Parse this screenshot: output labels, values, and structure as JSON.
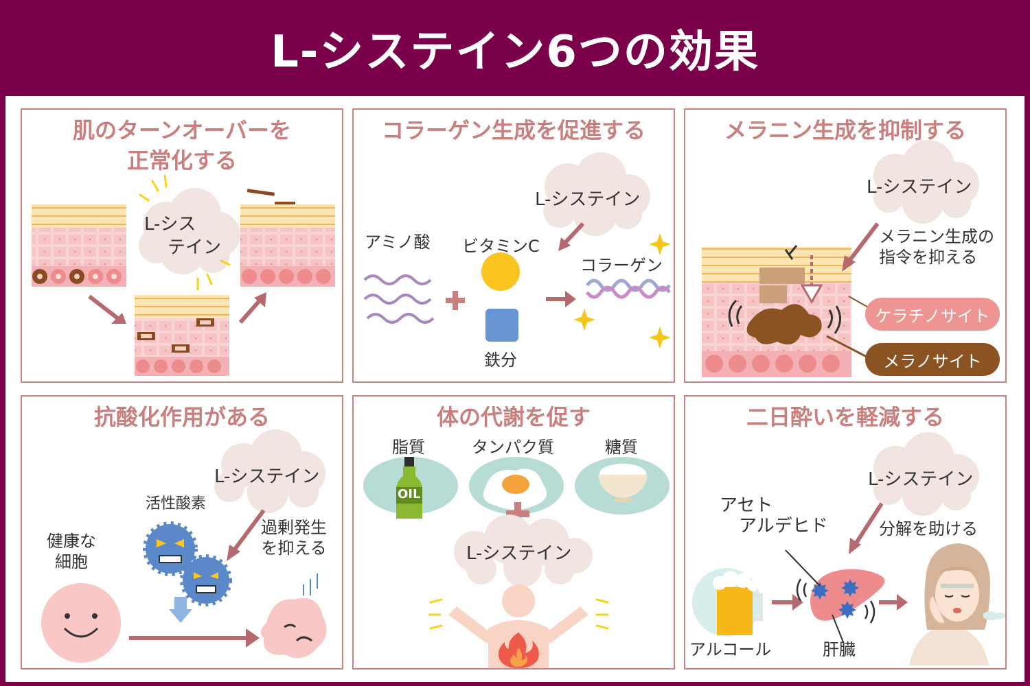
{
  "title": "L-システイン6つの効果",
  "panels": {
    "p1": {
      "title_line1": "肌のターンオーバーを",
      "title_line2": "正常化する",
      "cloud_line1": "L-シス",
      "cloud_line2": "テイン"
    },
    "p2": {
      "title": "コラーゲン生成を促進する",
      "cloud": "L-システイン",
      "amino": "アミノ酸",
      "vitc": "ビタミンC",
      "iron": "鉄分",
      "collagen": "コラーゲン"
    },
    "p3": {
      "title": "メラニン生成を抑制する",
      "cloud": "L-システイン",
      "note_line1": "メラニン生成の",
      "note_line2": "指令を抑える",
      "keratinocyte": "ケラチノサイト",
      "melanocyte": "メラノサイト"
    },
    "p4": {
      "title": "抗酸化作用がある",
      "cloud": "L-システイン",
      "ros": "活性酸素",
      "healthy_line1": "健康な",
      "healthy_line2": "細胞",
      "excess_line1": "過剰発生",
      "excess_line2": "を抑える"
    },
    "p5": {
      "title": "体の代謝を促す",
      "fat": "脂質",
      "protein": "タンパク質",
      "sugar": "糖質",
      "oil": "OIL",
      "cloud": "L-システイン"
    },
    "p6": {
      "title": "二日酔いを軽減する",
      "cloud": "L-システイン",
      "acet_line1": "アセト",
      "acet_line2": "アルデヒド",
      "decompose": "分解を助ける",
      "alcohol": "アルコール",
      "liver": "肝臓"
    }
  },
  "colors": {
    "header": "#7a0049",
    "panel_border": "#c9827f",
    "title_text": "#c97f7e",
    "arrow": "#b56a70",
    "keratinocyte_pill": "#ee9593",
    "melanocyte_pill": "#8b5222",
    "plate": "#b7dcd5"
  },
  "icons": [
    "cloud-icon",
    "skin-layer-icon",
    "wave-icon",
    "vitamin-circle-icon",
    "iron-square-icon",
    "collagen-helix-icon",
    "sparkle-icon",
    "virus-icon",
    "cell-face-icon",
    "oil-bottle-icon",
    "egg-icon",
    "rice-bowl-icon",
    "body-icon",
    "fire-icon",
    "beer-icon",
    "liver-icon",
    "woman-icon"
  ]
}
